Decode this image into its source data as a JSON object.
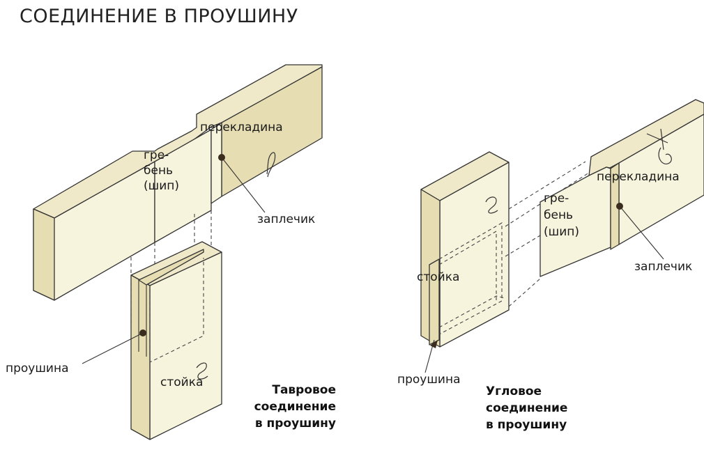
{
  "title": "СОЕДИНЕНИЕ В ПРОУШИНУ",
  "colors": {
    "wood_top": "#efe9c9",
    "wood_front": "#f7f4de",
    "wood_side": "#e8e0b8",
    "line": "#333333",
    "marker": "#3a2c1e"
  },
  "left": {
    "labels": {
      "crossbar": "перекладина",
      "tenon_line1": "гре-",
      "tenon_line2": "бень",
      "tenon_line3": "(шип)",
      "shoulder": "заплечик",
      "mortise": "проушина",
      "post": "стойка"
    },
    "caption": [
      "Тавровое",
      "соединение",
      "в проушину"
    ]
  },
  "right": {
    "labels": {
      "crossbar": "перекладина",
      "tenon_line1": "гре-",
      "tenon_line2": "бень",
      "tenon_line3": "(шип)",
      "shoulder": "заплечик",
      "post": "стойка",
      "mortise": "проушина"
    },
    "caption": [
      "Угловое",
      "соединение",
      "в проушину"
    ]
  }
}
